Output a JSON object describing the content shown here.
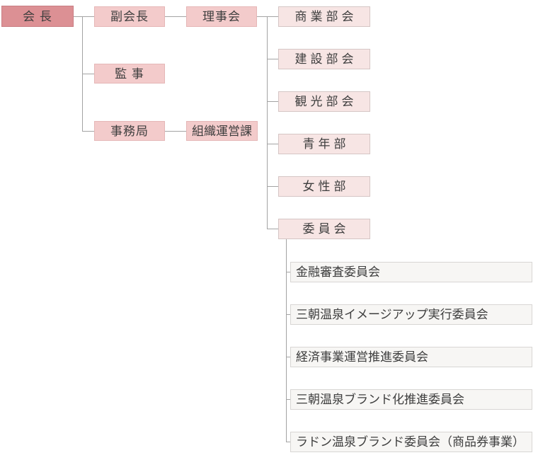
{
  "org": {
    "chairman": "会 長",
    "vice_chairman": "副会長",
    "board_of_directors": "理事会",
    "auditor": "監 事",
    "secretariat": "事務局",
    "organization_management_section": "組織運営課",
    "divisions": [
      "商業部会",
      "建設部会",
      "観光部会",
      "青年部",
      "女性部",
      "委員会"
    ],
    "committees": [
      "金融審査委員会",
      "三朝温泉イメージアップ実行委員会",
      "経済事業運営推進委員会",
      "三朝温泉ブランド化推進委員会",
      "ラドン温泉ブランド委員会（商品券事業）"
    ]
  },
  "colors": {
    "chairman_fill": "#dc9094",
    "chairman_border": "#c97e83",
    "officer_fill": "#f3cbcb",
    "officer_border": "#e5b7b7",
    "division_fill": "#f7e5e4",
    "division_border": "#d5c6c5",
    "committee_fill": "#f7f6f4",
    "committee_border": "#d8d6d4",
    "connector_line": "#a3a3a3",
    "text": "#3e3e3e"
  }
}
